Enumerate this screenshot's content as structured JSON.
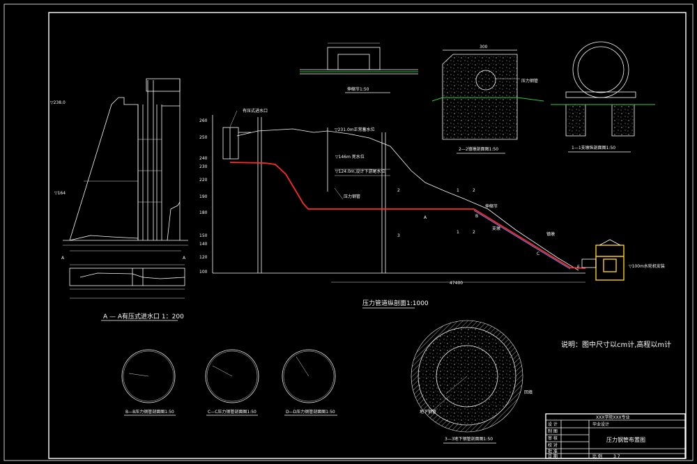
{
  "colors": {
    "background": "#000000",
    "line": "#ffffff",
    "pipe": "#ff2a2a",
    "ground": "#2ecc40",
    "equipment": "#ffd200",
    "frame": "#ffffff"
  },
  "labels": {
    "elev_main_top": "▽238.0",
    "elev_left_mid": "▽164",
    "intake_label": "有压式进水口",
    "elev_intake_right": "▽231.0m正常蓄水位",
    "elev_pipe_1": "▽146m 死水位",
    "elev_pipe_2": "▽124.0m,设计下游尾水位",
    "pipe_label": "压力钢管",
    "main_title": "压力管道纵剖面1:1000",
    "length_total": "47400",
    "powerhouse_label": "▽100m水轮机安装",
    "detail_top_title": "伸缩节1:50",
    "section_22_title": "2—2镇墩剖面图1:50",
    "section_11_title": "1—1支墩纵剖面图1:50",
    "section_intake_title": "A — A有压式进水口 1：200",
    "section_bb_title": "B—B压力钢管剖面图1:50",
    "section_cc_title": "C—C压力钢管剖面图1:50",
    "section_dd_title": "D—D压力钢管剖面图1:50",
    "section_33_title": "3—3地下钢管剖面图1:50",
    "note": "说明：图中尺寸以cm计,高程以m计",
    "dim_300": "300",
    "label_bend": "伸缩节",
    "label_support": "支墩",
    "label_anchor": "镇墩",
    "label_pipe22": "压力钢管",
    "label_underground": "地下钢管",
    "label_fill": "回填"
  },
  "elevation_ticks": [
    "260",
    "250",
    "240",
    "230",
    "220",
    "190",
    "180",
    "150",
    "140",
    "120",
    "100"
  ],
  "title_block": {
    "school": "XXX学院XXX专业",
    "design": "毕业设计",
    "drawing_name": "压力钢管布置图",
    "rows": [
      "设 计",
      "制 图",
      "审 核",
      "校 对",
      "批 准",
      "日 期"
    ],
    "scale_label": "比 例",
    "sheet": "3  7"
  }
}
